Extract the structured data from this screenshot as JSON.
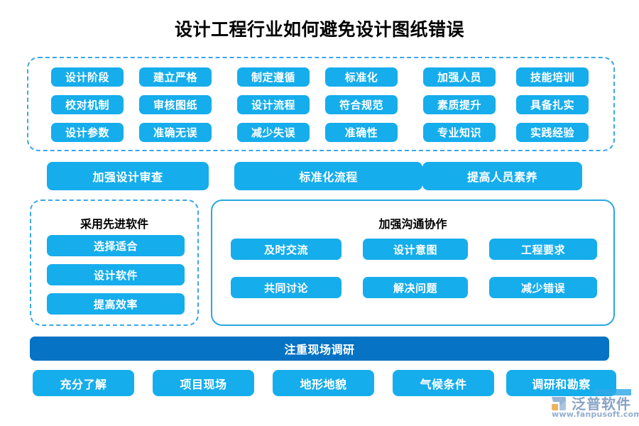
{
  "page": {
    "title": "设计工程行业如何避免设计图纸错误",
    "background": "#ffffff",
    "accent_blue": "#16ADEC",
    "dark_blue": "#0673C4",
    "dashed_border_color": "#3BA7E8",
    "title_color": "#000000"
  },
  "chart_data": {
    "type": "diagram",
    "title": "设计工程行业如何避免设计图纸错误",
    "sections": [
      {
        "name": "top-measures-grid",
        "style": "dashed-box",
        "columns": 6,
        "rows": 3,
        "items": [
          "设计阶段",
          "建立严格",
          "制定遵循",
          "标准化",
          "加强人员",
          "技能培训",
          "校对机制",
          "审核图纸",
          "设计流程",
          "符合规范",
          "素质提升",
          "具备扎实",
          "设计参数",
          "准确无误",
          "减少失误",
          "准确性",
          "专业知识",
          "实践经验"
        ]
      },
      {
        "name": "strategy-row",
        "style": "wide-buttons",
        "items": [
          "加强设计审查",
          "标准化流程",
          "提高人员素养"
        ]
      },
      {
        "name": "software-panel",
        "style": "dashed-box",
        "heading": "采用先进软件",
        "items": [
          "选择适合",
          "设计软件",
          "提高效率"
        ]
      },
      {
        "name": "communication-panel",
        "style": "solid-box",
        "heading": "加强沟通协作",
        "items": [
          "及时交流",
          "设计意图",
          "工程要求",
          "共同讨论",
          "解决问题",
          "减少错误"
        ]
      },
      {
        "name": "site-survey-banner",
        "style": "dark-bar",
        "heading": "注重现场调研"
      },
      {
        "name": "site-survey-items",
        "style": "buttons",
        "items": [
          "充分了解",
          "项目现场",
          "地形地貌",
          "气候条件",
          "调研和勘察"
        ]
      }
    ]
  },
  "top_grid": {
    "row1": [
      "设计阶段",
      "建立严格",
      "制定遵循",
      "标准化",
      "加强人员",
      "技能培训"
    ],
    "row2": [
      "校对机制",
      "审核图纸",
      "设计流程",
      "符合规范",
      "素质提升",
      "具备扎实"
    ],
    "row3": [
      "设计参数",
      "准确无误",
      "减少失误",
      "准确性",
      "专业知识",
      "实践经验"
    ]
  },
  "strategy_row": {
    "items": [
      "加强设计审查",
      "标准化流程",
      "提高人员素养"
    ]
  },
  "panel_left": {
    "heading": "采用先进软件",
    "items": [
      "选择适合",
      "设计软件",
      "提高效率"
    ]
  },
  "panel_right": {
    "heading": "加强沟通协作",
    "items": [
      "及时交流",
      "设计意图",
      "工程要求",
      "共同讨论",
      "解决问题",
      "减少错误"
    ]
  },
  "dark_bar": {
    "label": "注重现场调研"
  },
  "bottom_row": {
    "items": [
      "充分了解",
      "项目现场",
      "地形地貌",
      "气候条件",
      "调研和勘察"
    ]
  },
  "watermark": {
    "brand": "泛普软件",
    "url": "www.fanpusoft.com",
    "logo_icon": "fanpu-logo-icon"
  }
}
